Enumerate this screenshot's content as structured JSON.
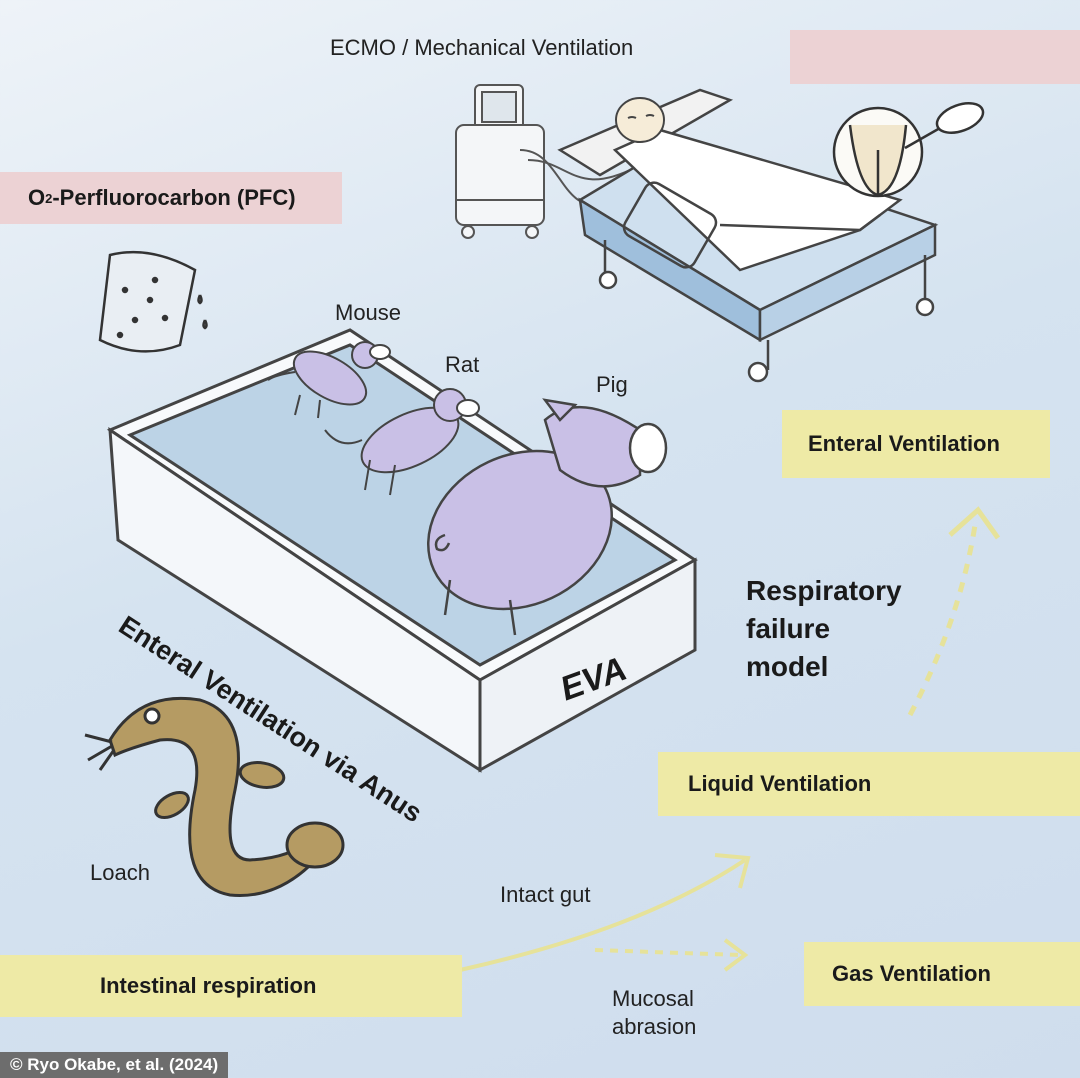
{
  "labels": {
    "pfc_o": "O",
    "pfc_sub": "2",
    "pfc_rest": "-Perfluorocarbon (PFC)",
    "ecmo": "ECMO / Mechanical Ventilation",
    "mouse": "Mouse",
    "rat": "Rat",
    "pig": "Pig",
    "tub_side": "Enteral Ventilation via Anus",
    "tub_end": "EVA",
    "enteral_ventilation": "Enteral Ventilation",
    "respiratory_failure_1": "Respiratory",
    "respiratory_failure_2": "failure",
    "respiratory_failure_3": "model",
    "liquid_ventilation": "Liquid Ventilation",
    "loach": "Loach",
    "intact_gut": "Intact gut",
    "intestinal_respiration": "Intestinal respiration",
    "gas_ventilation": "Gas Ventilation",
    "mucosal_1": "Mucosal",
    "mucosal_2": "abrasion",
    "credit": "© Ryo Okabe, et al. (2024)"
  },
  "colors": {
    "pink_label": "#ecd2d4",
    "yellow_label": "#eeeaa6",
    "animal_purple": "#c9c0e6",
    "arrow_yellow": "#e6e29a",
    "loach_brown": "#b59b63"
  },
  "icons": [
    "ventilator-machine-icon",
    "hospital-bed-icon",
    "patient-icon",
    "beaker-icon",
    "bath-tub-icon",
    "mouse-icon",
    "rat-icon",
    "pig-icon",
    "loach-fish-icon",
    "enema-bulb-icon"
  ]
}
